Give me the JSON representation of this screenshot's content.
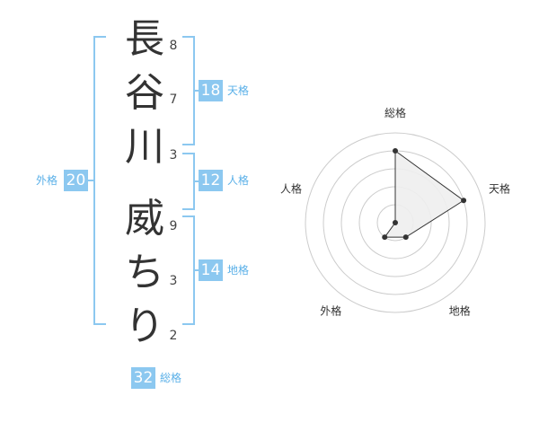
{
  "name": {
    "characters": [
      "長",
      "谷",
      "川",
      "威",
      "ち",
      "り"
    ],
    "strokes": [
      "8",
      "7",
      "3",
      "9",
      "3",
      "2"
    ]
  },
  "fortunes": {
    "tenkaku": {
      "label": "天格",
      "value": "18"
    },
    "jinkaku": {
      "label": "人格",
      "value": "12"
    },
    "chikaku": {
      "label": "地格",
      "value": "14"
    },
    "gaikaku": {
      "label": "外格",
      "value": "20"
    },
    "soukaku": {
      "label": "総格",
      "value": "32"
    }
  },
  "colors": {
    "accent": "#8cc8f0",
    "accent_text": "#5ab0e8",
    "chart_fill": "#eeeeee",
    "chart_line": "#333333"
  },
  "chart_data": {
    "type": "radar",
    "axes": [
      "総格",
      "天格",
      "地格",
      "外格",
      "人格"
    ],
    "values": [
      4,
      4,
      1,
      1,
      0
    ],
    "max": 5,
    "rings": 5
  }
}
